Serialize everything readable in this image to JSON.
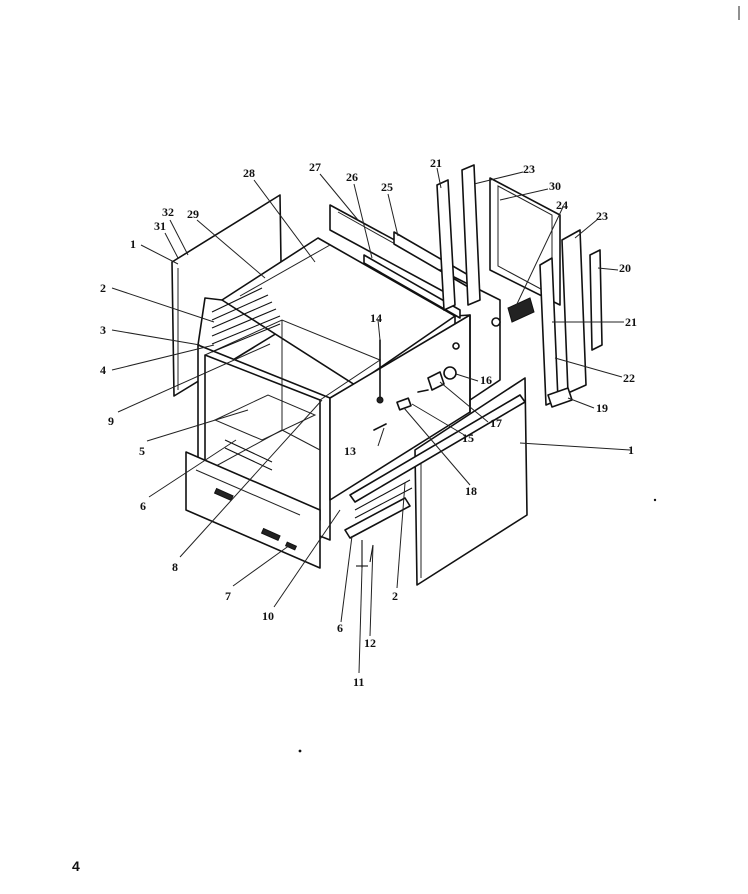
{
  "page_number": "4",
  "callouts": [
    "1",
    "2",
    "3",
    "4",
    "9",
    "5",
    "6",
    "8",
    "7",
    "10",
    "32",
    "31",
    "29",
    "28",
    "27",
    "26",
    "25",
    "21",
    "23",
    "30",
    "24",
    "23",
    "20",
    "21",
    "22",
    "19",
    "14",
    "13",
    "16",
    "17",
    "15",
    "18",
    "1",
    "2",
    "6",
    "12",
    "11"
  ]
}
